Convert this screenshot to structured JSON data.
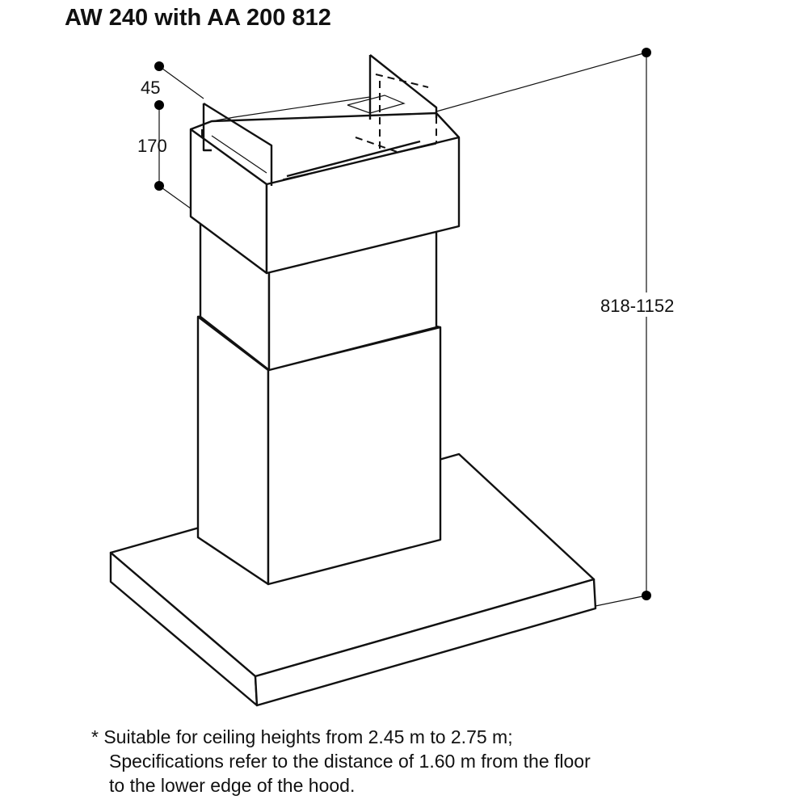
{
  "title": "AW 240 with AA 200 812",
  "dimensions": {
    "top_offset": "45",
    "flange_height": "170",
    "total_height": "818-1152"
  },
  "footnote": {
    "line1": "* Suitable for ceiling heights from 2.45 m to 2.75 m;",
    "line2": "Specifications refer to the distance of 1.60 m from the floor",
    "line3": "to the lower edge of the hood."
  }
}
